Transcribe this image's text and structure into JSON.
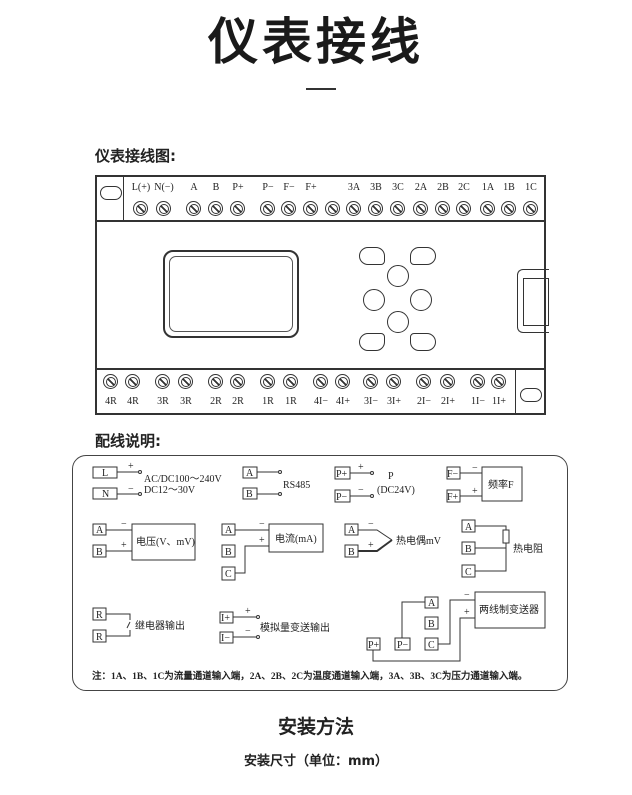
{
  "title": "仪表接线",
  "wiring_heading": "仪表接线图:",
  "terminals_top": [
    "L(+)",
    "N(−)",
    "A",
    "B",
    "P+",
    "P−",
    "F−",
    "F+",
    "",
    "3A",
    "3B",
    "3C",
    "2A",
    "2B",
    "2C",
    "1A",
    "1B",
    "1C"
  ],
  "terminals_bottom": [
    "4R",
    "4R",
    "3R",
    "3R",
    "2R",
    "2R",
    "1R",
    "1R",
    "4I−",
    "4I+",
    "3I−",
    "3I+",
    "2I−",
    "2I+",
    "1I−",
    "1I+"
  ],
  "explain_heading": "配线说明:",
  "diagram": {
    "power": {
      "l": "L",
      "n": "N",
      "plus": "+",
      "minus": "−",
      "ac": "AC/DC100～240V",
      "dc": "DC12～30V"
    },
    "rs485": {
      "a": "A",
      "b": "B",
      "label": "RS485"
    },
    "p": {
      "pp": "P+",
      "pm": "P−",
      "plus": "+",
      "minus": "−",
      "label": "P",
      "sub": "(DC24V)"
    },
    "freq": {
      "fm": "F−",
      "fp": "F+",
      "minus": "−",
      "plus": "+",
      "label": "频率F"
    },
    "voltage": {
      "a": "A",
      "b": "B",
      "minus": "−",
      "plus": "+",
      "label": "电压(V、mV)"
    },
    "current": {
      "a": "A",
      "b": "B",
      "c": "C",
      "minus": "−",
      "plus": "+",
      "label": "电流(mA)"
    },
    "thermocouple": {
      "a": "A",
      "b": "B",
      "minus": "−",
      "plus": "+",
      "label": "热电偶mV"
    },
    "rtd": {
      "a": "A",
      "b": "B",
      "c": "C",
      "label": "热电阻"
    },
    "relay": {
      "r1": "R",
      "r2": "R",
      "label": "继电器输出"
    },
    "analog": {
      "ip": "I+",
      "im": "I−",
      "plus": "+",
      "minus": "−",
      "label": "模拟量变送输出"
    },
    "twowire": {
      "a": "A",
      "b": "B",
      "c": "C",
      "pp": "P+",
      "pm": "P−",
      "minus": "−",
      "plus": "+",
      "label": "两线制变送器"
    },
    "note": "注：1A、1B、1C为流量通道输入端，2A、2B、2C为温度通道输入端，3A、3B、3C为压力通道输入端。"
  },
  "install_heading": "安装方法",
  "install_sub": "安装尺寸（单位：mm）"
}
